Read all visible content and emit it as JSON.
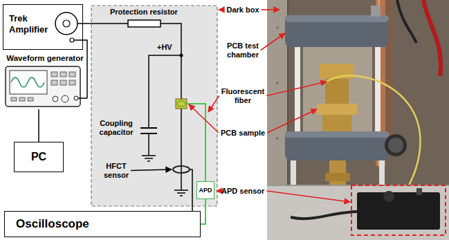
{
  "diagram": {
    "nodes": [
      {
        "text": [
          "Trek Amplifier"
        ]
      },
      {
        "text": [
          "Waveform generator"
        ]
      },
      {
        "text": [
          "PC"
        ]
      },
      {
        "text": [
          "APD"
        ]
      },
      {
        "text": [
          "Oscilloscope"
        ]
      }
    ],
    "edges": [
      {
        "from": 1,
        "to": 0,
        "arrow": "none"
      },
      {
        "from": 1,
        "to": 2,
        "arrow": "none"
      },
      {
        "from": 3,
        "to": 4,
        "arrow": "none"
      }
    ],
    "labels": [
      "Protection resistor",
      "+HV",
      "Coupling capacitor",
      "HFCT sensor",
      "Dark box",
      "PCB test chamber",
      "Fluorescent fiber",
      "PCB sample",
      "APD sensor"
    ]
  }
}
